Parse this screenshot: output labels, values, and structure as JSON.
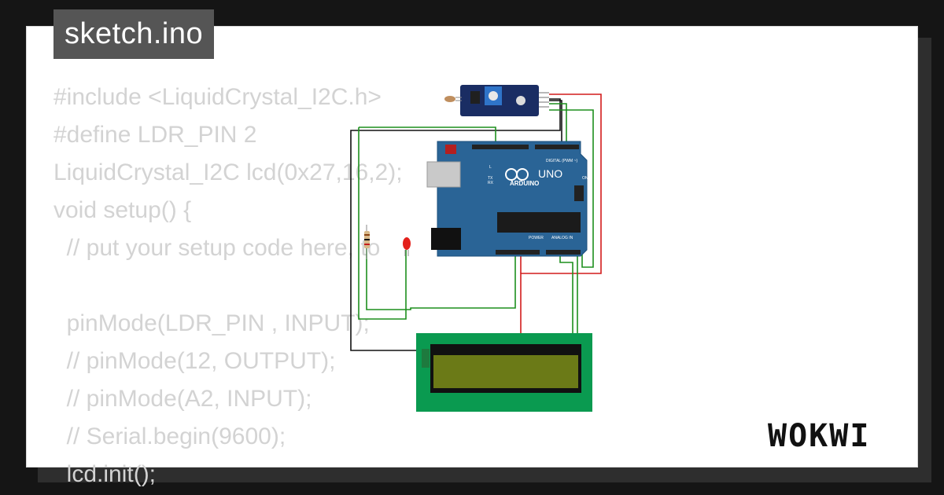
{
  "window": {
    "title": "sketch.ino"
  },
  "code": {
    "lines": [
      "#include <LiquidCrystal_I2C.h>",
      "#define LDR_PIN 2",
      "LiquidCrystal_I2C lcd(0x27,16,2);",
      "void setup() {",
      "  // put your setup code here, to",
      "",
      "  pinMode(LDR_PIN , INPUT);",
      "  // pinMode(12, OUTPUT);",
      "  // pinMode(A2, INPUT);",
      "  // Serial.begin(9600);",
      "  lcd.init();"
    ]
  },
  "board": {
    "name": "UNO",
    "brand": "ARDUINO",
    "digital_label": "DIGITAL (PWM ~)",
    "analog_label": "ANALOG IN",
    "power_label": "POWER",
    "on_label": "ON",
    "l_label": "L",
    "tx_label": "TX",
    "rx_label": "RX",
    "color": "#2a6496"
  },
  "lcd": {
    "color": "#0a9a50",
    "screen_color": "#6b7a17"
  },
  "wires": {
    "red": "#d21c1c",
    "green": "#1d8f1d",
    "black": "#111111"
  },
  "brand_logo": "WOKWI"
}
